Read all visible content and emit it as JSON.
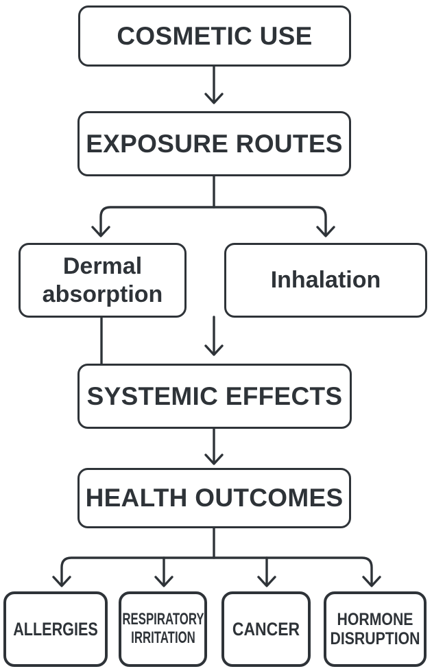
{
  "colors": {
    "stroke": "#2e3338",
    "text": "#2e3338",
    "background": "#ffffff"
  },
  "nodes": {
    "cosmetic_use": {
      "label": "COSMETIC USE"
    },
    "exposure_routes": {
      "label": "EXPOSURE ROUTES"
    },
    "dermal_absorption": {
      "label": "Dermal absorption"
    },
    "inhalation": {
      "label": "Inhalation"
    },
    "systemic_effects": {
      "label": "SYSTEMIC EFFECTS"
    },
    "health_outcomes": {
      "label": "HEALTH OUTCOMES"
    },
    "allergies": {
      "label": "ALLERGIES"
    },
    "respiratory_irritation": {
      "label": "RESPIRATORY IRRITATION"
    },
    "cancer": {
      "label": "CANCER"
    },
    "hormone_disruption": {
      "label": "HORMONE DISRUPTION"
    }
  },
  "edges": [
    {
      "from": "cosmetic_use",
      "to": "exposure_routes",
      "arrowhead": true
    },
    {
      "from": "exposure_routes",
      "to": "dermal_absorption",
      "arrowhead": true
    },
    {
      "from": "exposure_routes",
      "to": "inhalation",
      "arrowhead": true
    },
    {
      "from": "dermal_absorption",
      "to": "systemic_effects",
      "arrowhead": false
    },
    {
      "from": "inhalation",
      "to": "systemic_effects",
      "arrowhead": true
    },
    {
      "from": "systemic_effects",
      "to": "health_outcomes",
      "arrowhead": true
    },
    {
      "from": "health_outcomes",
      "to": "allergies",
      "arrowhead": true
    },
    {
      "from": "health_outcomes",
      "to": "respiratory_irritation",
      "arrowhead": true
    },
    {
      "from": "health_outcomes",
      "to": "cancer",
      "arrowhead": true
    },
    {
      "from": "health_outcomes",
      "to": "hormone_disruption",
      "arrowhead": true
    }
  ]
}
